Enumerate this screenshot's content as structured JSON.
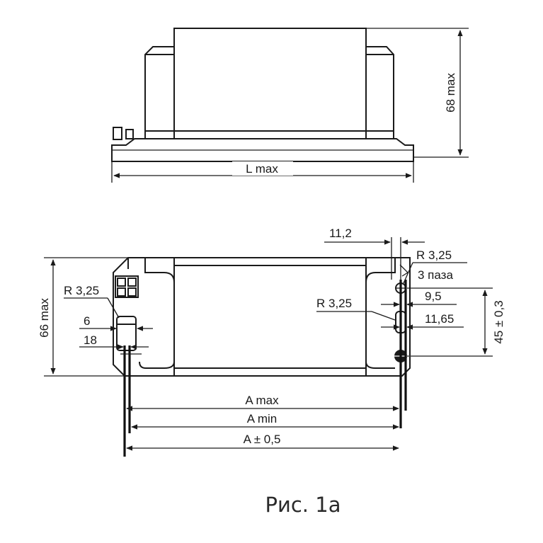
{
  "side_view": {
    "length_label": "L max",
    "height_label": "68 max"
  },
  "top_view": {
    "height_label": "66 max",
    "radius_left_label": "R 3,25",
    "dim_6_label": "6",
    "dim_18_label": "18",
    "dim_11_2_label": "11,2",
    "radius_right_label": "R 3,25",
    "slots_label": "3 паза",
    "radius_inner_label": "R 3,25",
    "dim_9_5_label": "9,5",
    "dim_11_65_label": "11,65",
    "dim_45_label": "45 ± 0,3",
    "a_max_label": "A max",
    "a_min_label": "A min",
    "a_tol_label": "A ± 0,5"
  },
  "caption": "Рис. 1а"
}
